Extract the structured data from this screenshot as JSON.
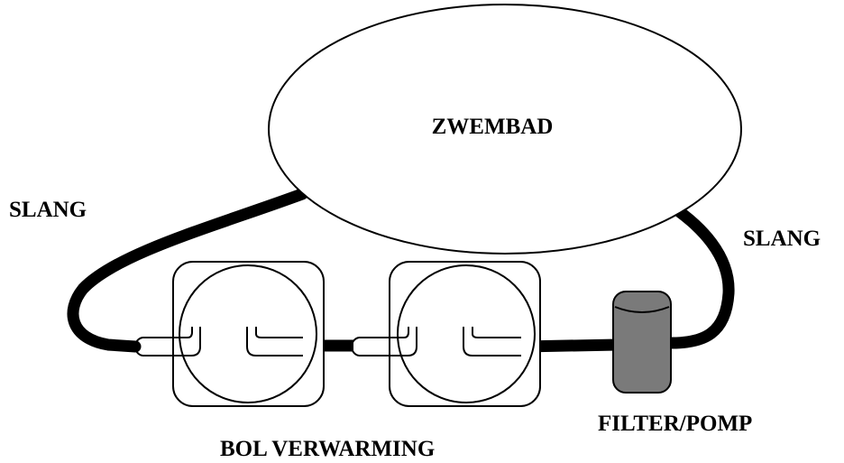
{
  "labels": {
    "pool": "ZWEMBAD",
    "hose_left": "SLANG",
    "hose_right": "SLANG",
    "heater": "BOL VERWARMING",
    "filter_pump": "FILTER/POMP"
  },
  "colors": {
    "background": "#ffffff",
    "outline": "#000000",
    "hose": "#000000",
    "pump_fill": "#7a7a7a",
    "pool_fill": "#ffffff"
  }
}
